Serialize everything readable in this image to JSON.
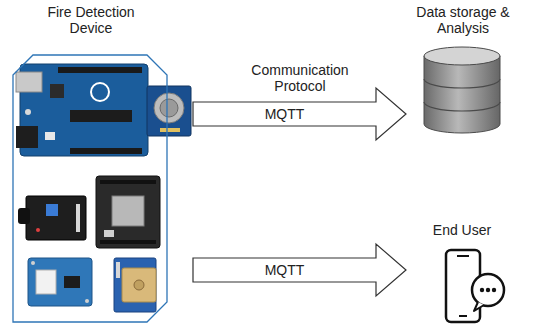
{
  "diagram": {
    "nodes": [
      {
        "text": [
          "Fire Detection Device"
        ]
      },
      {
        "text": [
          "Data storage & Analysis"
        ]
      },
      {
        "text": [
          "End User"
        ]
      }
    ],
    "edges": [
      {
        "from": 0,
        "to": 1,
        "arrow": "to",
        "label": "MQTT"
      },
      {
        "from": 0,
        "to": 2,
        "arrow": "to",
        "label": "MQTT"
      }
    ],
    "labels": [
      "Communication Protocol"
    ]
  }
}
